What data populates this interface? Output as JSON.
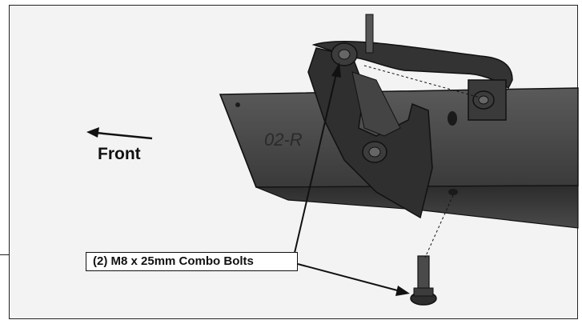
{
  "figure": {
    "direction_label": "Front",
    "part_marking": "02-R",
    "callout_text": "(2) M8 x 25mm Combo Bolts"
  },
  "colors": {
    "background": "#f3f3f3",
    "frame_rail": "#3b3b3b",
    "bracket": "#2e2e2e",
    "outline": "#111111"
  }
}
